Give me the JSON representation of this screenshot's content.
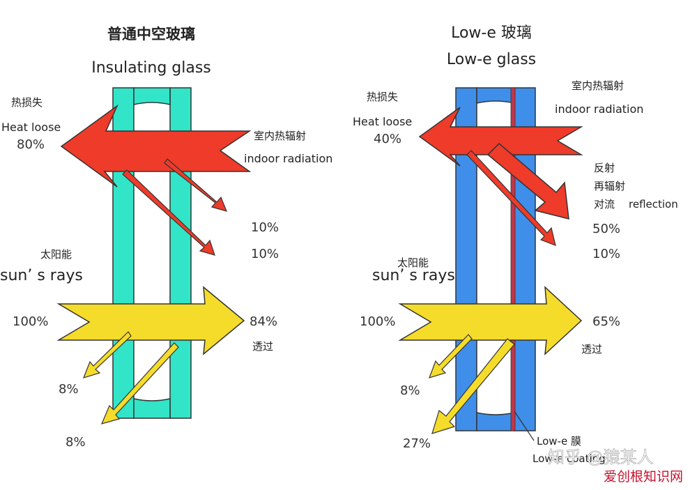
{
  "colors": {
    "background": "#ffffff",
    "insulating_pane": "#33e5c8",
    "lowe_pane": "#3f8fea",
    "lowe_coating": "#c3364a",
    "heat_arrow": "#ee3b2a",
    "sun_arrow": "#f5dc2a",
    "outline": "#333333"
  },
  "left": {
    "title_cn": "普通中空玻璃",
    "title_en": "Insulating glass",
    "heat_loss_cn": "热损失",
    "heat_loss_en": "Heat loose",
    "heat_loss_pct": "80%",
    "indoor_cn": "室内热辐射",
    "indoor_en": "indoor radiation",
    "pct_a": "10%",
    "pct_b": "10%",
    "sun_cn": "太阳能",
    "sun_en": "sun’ s rays",
    "sun_pct": "100%",
    "transmit_pct": "84%",
    "transmit_cn": "透过",
    "reflect_pct_a": "8%",
    "reflect_pct_b": "8%"
  },
  "right": {
    "title_cn": "Low-e 玻璃",
    "title_en": "Low-e glass",
    "heat_loss_cn": "热损失",
    "heat_loss_en": "Heat loose",
    "heat_loss_pct": "40%",
    "indoor_cn": "室内热辐射",
    "indoor_en": "indoor radiation",
    "reflect_cn_1": "反射",
    "reflect_cn_2": "再辐射",
    "reflect_cn_3": "对流",
    "reflect_en": "reflection",
    "pct_a": "50%",
    "pct_b": "10%",
    "sun_cn": "太阳能",
    "sun_en": "sun’ s rays",
    "sun_pct": "100%",
    "transmit_pct": "65%",
    "transmit_cn": "透过",
    "reflect_pct_a": "8%",
    "reflect_pct_b": "27%",
    "coating_label_1": "Low-e 膜",
    "coating_label_2": "Low-e coating"
  },
  "watermark": {
    "line1": "知乎 @猿某人",
    "line2": "爱创根知识网"
  }
}
